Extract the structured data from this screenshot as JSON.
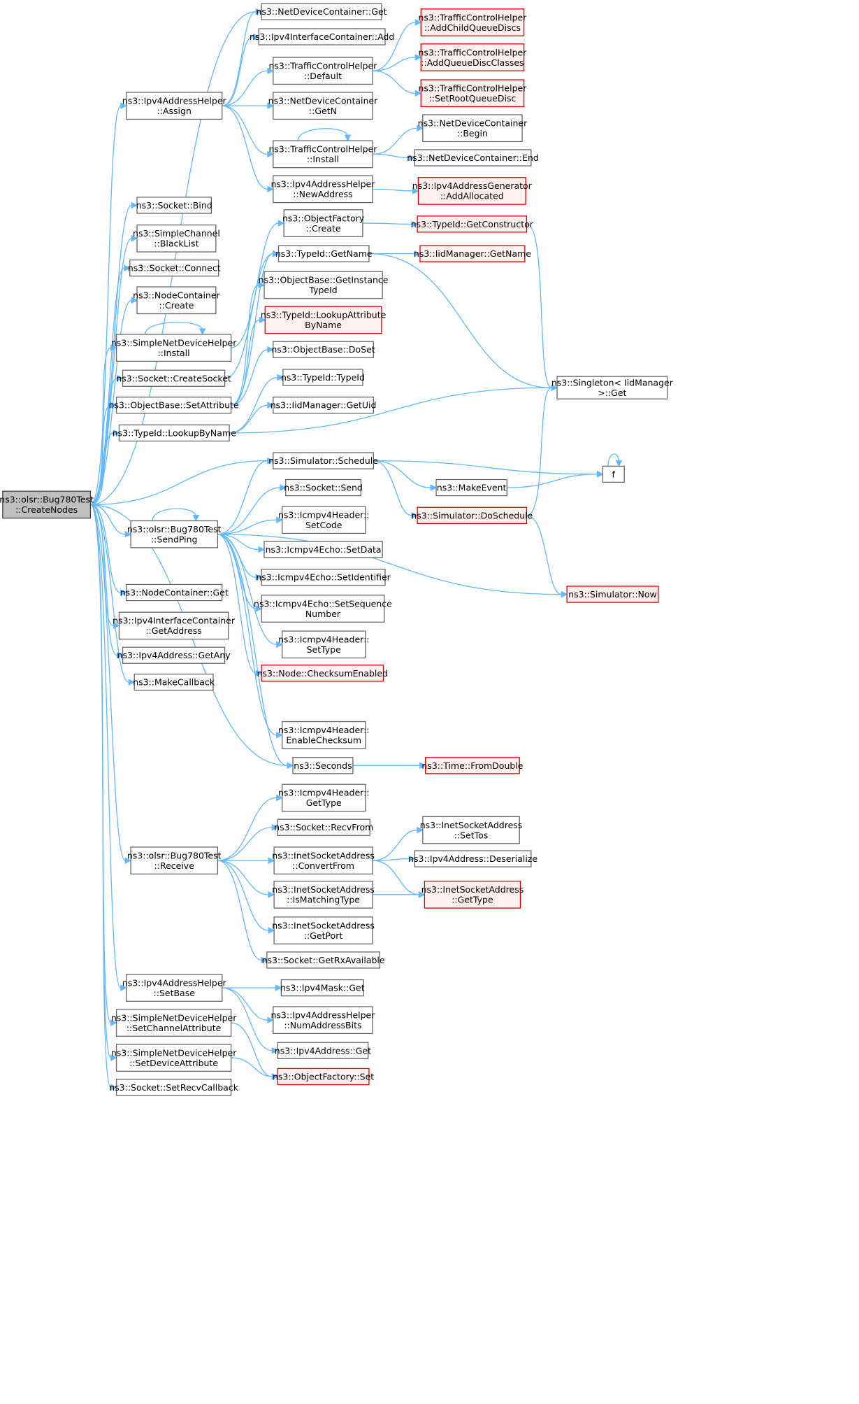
{
  "nodes": [
    {
      "id": "root",
      "lines": [
        "ns3::olsr::Bug780Test",
        "::CreateNodes"
      ],
      "style": "root"
    },
    {
      "id": "ndc_get",
      "lines": [
        "ns3::NetDeviceContainer::Get"
      ]
    },
    {
      "id": "ipv4ic_add",
      "lines": [
        "ns3::Ipv4InterfaceContainer::Add"
      ]
    },
    {
      "id": "ipv4ah_assign",
      "lines": [
        "ns3::Ipv4AddressHelper",
        "::Assign"
      ]
    },
    {
      "id": "tch_default",
      "lines": [
        "ns3::TrafficControlHelper",
        "::Default"
      ]
    },
    {
      "id": "tch_addchild",
      "lines": [
        "ns3::TrafficControlHelper",
        "::AddChildQueueDiscs"
      ],
      "style": "red"
    },
    {
      "id": "tch_addqdc",
      "lines": [
        "ns3::TrafficControlHelper",
        "::AddQueueDiscClasses"
      ],
      "style": "red"
    },
    {
      "id": "tch_setroot",
      "lines": [
        "ns3::TrafficControlHelper",
        "::SetRootQueueDisc"
      ],
      "style": "red"
    },
    {
      "id": "ndc_getn",
      "lines": [
        "ns3::NetDeviceContainer",
        "::GetN"
      ]
    },
    {
      "id": "tch_install",
      "lines": [
        "ns3::TrafficControlHelper",
        "::Install"
      ]
    },
    {
      "id": "ndc_begin",
      "lines": [
        "ns3::NetDeviceContainer",
        "::Begin"
      ]
    },
    {
      "id": "ndc_end",
      "lines": [
        "ns3::NetDeviceContainer::End"
      ]
    },
    {
      "id": "ipv4ah_newaddr",
      "lines": [
        "ns3::Ipv4AddressHelper",
        "::NewAddress"
      ]
    },
    {
      "id": "ipv4ag_addalloc",
      "lines": [
        "ns3::Ipv4AddressGenerator",
        "::AddAllocated"
      ],
      "style": "red"
    },
    {
      "id": "socket_bind",
      "lines": [
        "ns3::Socket::Bind"
      ]
    },
    {
      "id": "sc_blacklist",
      "lines": [
        "ns3::SimpleChannel",
        "::BlackList"
      ]
    },
    {
      "id": "socket_connect",
      "lines": [
        "ns3::Socket::Connect"
      ]
    },
    {
      "id": "nc_create",
      "lines": [
        "ns3::NodeContainer",
        "::Create"
      ]
    },
    {
      "id": "snd_install",
      "lines": [
        "ns3::SimpleNetDeviceHelper",
        "::Install"
      ]
    },
    {
      "id": "socket_create",
      "lines": [
        "ns3::Socket::CreateSocket"
      ]
    },
    {
      "id": "ob_setattr",
      "lines": [
        "ns3::ObjectBase::SetAttribute"
      ]
    },
    {
      "id": "tid_lookupbyname",
      "lines": [
        "ns3::TypeId::LookupByName"
      ]
    },
    {
      "id": "of_create",
      "lines": [
        "ns3::ObjectFactory",
        "::Create"
      ]
    },
    {
      "id": "tid_getctor",
      "lines": [
        "ns3::TypeId::GetConstructor"
      ],
      "style": "red"
    },
    {
      "id": "tid_getname",
      "lines": [
        "ns3::TypeId::GetName"
      ]
    },
    {
      "id": "iid_getname",
      "lines": [
        "ns3::IidManager::GetName"
      ],
      "style": "red"
    },
    {
      "id": "ob_getinst",
      "lines": [
        "ns3::ObjectBase::GetInstance",
        "TypeId"
      ]
    },
    {
      "id": "tid_lookupattr",
      "lines": [
        "ns3::TypeId::LookupAttribute",
        "ByName"
      ],
      "style": "red"
    },
    {
      "id": "ob_doset",
      "lines": [
        "ns3::ObjectBase::DoSet"
      ]
    },
    {
      "id": "tid_typeid",
      "lines": [
        "ns3::TypeId::TypeId"
      ]
    },
    {
      "id": "iid_getuid",
      "lines": [
        "ns3::IidManager::GetUid"
      ]
    },
    {
      "id": "singleton_get",
      "lines": [
        "ns3::Singleton< IidManager",
        ">::Get"
      ]
    },
    {
      "id": "sim_schedule",
      "lines": [
        "ns3::Simulator::Schedule"
      ]
    },
    {
      "id": "f",
      "lines": [
        "f"
      ]
    },
    {
      "id": "makeevent",
      "lines": [
        "ns3::MakeEvent"
      ]
    },
    {
      "id": "sim_doschedule",
      "lines": [
        "ns3::Simulator::DoSchedule"
      ],
      "style": "red"
    },
    {
      "id": "sim_now",
      "lines": [
        "ns3::Simulator::Now"
      ],
      "style": "red"
    },
    {
      "id": "sendping",
      "lines": [
        "ns3::olsr::Bug780Test",
        "::SendPing"
      ]
    },
    {
      "id": "socket_send",
      "lines": [
        "ns3::Socket::Send"
      ]
    },
    {
      "id": "icmp_setcode",
      "lines": [
        "ns3::Icmpv4Header::",
        "SetCode"
      ]
    },
    {
      "id": "echo_setdata",
      "lines": [
        "ns3::Icmpv4Echo::SetData"
      ]
    },
    {
      "id": "echo_setid",
      "lines": [
        "ns3::Icmpv4Echo::SetIdentifier"
      ]
    },
    {
      "id": "echo_setseq",
      "lines": [
        "ns3::Icmpv4Echo::SetSequence",
        "Number"
      ]
    },
    {
      "id": "icmp_settype",
      "lines": [
        "ns3::Icmpv4Header::",
        "SetType"
      ]
    },
    {
      "id": "node_checksum",
      "lines": [
        "ns3::Node::ChecksumEnabled"
      ],
      "style": "red"
    },
    {
      "id": "icmp_enablecs",
      "lines": [
        "ns3::Icmpv4Header::",
        "EnableChecksum"
      ]
    },
    {
      "id": "seconds",
      "lines": [
        "ns3::Seconds"
      ]
    },
    {
      "id": "time_fromdouble",
      "lines": [
        "ns3::Time::FromDouble"
      ],
      "style": "red"
    },
    {
      "id": "nc_get",
      "lines": [
        "ns3::NodeContainer::Get"
      ]
    },
    {
      "id": "ipv4ic_getaddr",
      "lines": [
        "ns3::Ipv4InterfaceContainer",
        "::GetAddress"
      ]
    },
    {
      "id": "ipv4addr_getany",
      "lines": [
        "ns3::Ipv4Address::GetAny"
      ]
    },
    {
      "id": "makecallback",
      "lines": [
        "ns3::MakeCallback"
      ]
    },
    {
      "id": "icmp_gettype",
      "lines": [
        "ns3::Icmpv4Header::",
        "GetType"
      ]
    },
    {
      "id": "socket_recvfrom",
      "lines": [
        "ns3::Socket::RecvFrom"
      ]
    },
    {
      "id": "receive",
      "lines": [
        "ns3::olsr::Bug780Test",
        "::Receive"
      ]
    },
    {
      "id": "isa_convertfrom",
      "lines": [
        "ns3::InetSocketAddress",
        "::ConvertFrom"
      ]
    },
    {
      "id": "isa_settos",
      "lines": [
        "ns3::InetSocketAddress",
        "::SetTos"
      ]
    },
    {
      "id": "ipv4addr_deser",
      "lines": [
        "ns3::Ipv4Address::Deserialize"
      ]
    },
    {
      "id": "isa_ismatching",
      "lines": [
        "ns3::InetSocketAddress",
        "::IsMatchingType"
      ]
    },
    {
      "id": "isa_gettype",
      "lines": [
        "ns3::InetSocketAddress",
        "::GetType"
      ],
      "style": "red"
    },
    {
      "id": "isa_getport",
      "lines": [
        "ns3::InetSocketAddress",
        "::GetPort"
      ]
    },
    {
      "id": "socket_getrx",
      "lines": [
        "ns3::Socket::GetRxAvailable"
      ]
    },
    {
      "id": "ipv4ah_setbase",
      "lines": [
        "ns3::Ipv4AddressHelper",
        "::SetBase"
      ]
    },
    {
      "id": "ipv4mask_get",
      "lines": [
        "ns3::Ipv4Mask::Get"
      ]
    },
    {
      "id": "ipv4ah_numbits",
      "lines": [
        "ns3::Ipv4AddressHelper",
        "::NumAddressBits"
      ]
    },
    {
      "id": "ipv4addr_get",
      "lines": [
        "ns3::Ipv4Address::Get"
      ]
    },
    {
      "id": "snd_setchattr",
      "lines": [
        "ns3::SimpleNetDeviceHelper",
        "::SetChannelAttribute"
      ]
    },
    {
      "id": "snd_setdevattr",
      "lines": [
        "ns3::SimpleNetDeviceHelper",
        "::SetDeviceAttribute"
      ]
    },
    {
      "id": "of_set",
      "lines": [
        "ns3::ObjectFactory::Set"
      ],
      "style": "red"
    },
    {
      "id": "socket_setrecvcb",
      "lines": [
        "ns3::Socket::SetRecvCallback"
      ]
    }
  ],
  "edges": [
    [
      "root",
      "ndc_get"
    ],
    [
      "root",
      "ipv4ah_assign"
    ],
    [
      "root",
      "socket_bind"
    ],
    [
      "root",
      "sc_blacklist"
    ],
    [
      "root",
      "socket_connect"
    ],
    [
      "root",
      "nc_create"
    ],
    [
      "root",
      "snd_install"
    ],
    [
      "root",
      "socket_create"
    ],
    [
      "root",
      "ob_setattr"
    ],
    [
      "root",
      "tid_lookupbyname"
    ],
    [
      "root",
      "sim_schedule"
    ],
    [
      "root",
      "sendping"
    ],
    [
      "root",
      "seconds"
    ],
    [
      "root",
      "nc_get"
    ],
    [
      "root",
      "ipv4ic_getaddr"
    ],
    [
      "root",
      "ipv4addr_getany"
    ],
    [
      "root",
      "makecallback"
    ],
    [
      "root",
      "receive"
    ],
    [
      "root",
      "ipv4ah_setbase"
    ],
    [
      "root",
      "snd_setchattr"
    ],
    [
      "root",
      "snd_setdevattr"
    ],
    [
      "root",
      "socket_setrecvcb"
    ],
    [
      "ipv4ah_assign",
      "ndc_get"
    ],
    [
      "ipv4ah_assign",
      "ipv4ic_add"
    ],
    [
      "ipv4ah_assign",
      "tch_default"
    ],
    [
      "ipv4ah_assign",
      "ndc_getn"
    ],
    [
      "ipv4ah_assign",
      "tch_install"
    ],
    [
      "ipv4ah_assign",
      "ipv4ah_newaddr"
    ],
    [
      "tch_default",
      "tch_addchild"
    ],
    [
      "tch_default",
      "tch_addqdc"
    ],
    [
      "tch_default",
      "tch_setroot"
    ],
    [
      "tch_install",
      "tch_install"
    ],
    [
      "tch_install",
      "ndc_begin"
    ],
    [
      "tch_install",
      "ndc_end"
    ],
    [
      "ipv4ah_newaddr",
      "ipv4ag_addalloc"
    ],
    [
      "snd_install",
      "snd_install"
    ],
    [
      "snd_install",
      "of_create"
    ],
    [
      "socket_create",
      "tid_getname"
    ],
    [
      "ob_setattr",
      "tid_getname"
    ],
    [
      "ob_setattr",
      "ob_getinst"
    ],
    [
      "ob_setattr",
      "tid_lookupattr"
    ],
    [
      "ob_setattr",
      "ob_doset"
    ],
    [
      "tid_lookupbyname",
      "tid_typeid"
    ],
    [
      "tid_lookupbyname",
      "iid_getuid"
    ],
    [
      "tid_lookupbyname",
      "singleton_get"
    ],
    [
      "of_create",
      "tid_getctor"
    ],
    [
      "tid_getctor",
      "singleton_get"
    ],
    [
      "tid_getname",
      "iid_getname"
    ],
    [
      "tid_getname",
      "singleton_get"
    ],
    [
      "sim_schedule",
      "f"
    ],
    [
      "sim_schedule",
      "makeevent"
    ],
    [
      "sim_schedule",
      "sim_doschedule"
    ],
    [
      "f",
      "f"
    ],
    [
      "makeevent",
      "f"
    ],
    [
      "sim_doschedule",
      "singleton_get"
    ],
    [
      "sim_doschedule",
      "sim_now"
    ],
    [
      "sendping",
      "sendping"
    ],
    [
      "sendping",
      "sim_schedule"
    ],
    [
      "sendping",
      "socket_send"
    ],
    [
      "sendping",
      "icmp_setcode"
    ],
    [
      "sendping",
      "echo_setdata"
    ],
    [
      "sendping",
      "echo_setid"
    ],
    [
      "sendping",
      "echo_setseq"
    ],
    [
      "sendping",
      "icmp_settype"
    ],
    [
      "sendping",
      "node_checksum"
    ],
    [
      "sendping",
      "sim_now"
    ],
    [
      "sendping",
      "icmp_enablecs"
    ],
    [
      "sendping",
      "seconds"
    ],
    [
      "seconds",
      "time_fromdouble"
    ],
    [
      "receive",
      "icmp_gettype"
    ],
    [
      "receive",
      "socket_recvfrom"
    ],
    [
      "receive",
      "isa_convertfrom"
    ],
    [
      "receive",
      "isa_ismatching"
    ],
    [
      "receive",
      "isa_getport"
    ],
    [
      "receive",
      "socket_getrx"
    ],
    [
      "isa_convertfrom",
      "isa_settos"
    ],
    [
      "isa_convertfrom",
      "ipv4addr_deser"
    ],
    [
      "isa_convertfrom",
      "isa_gettype"
    ],
    [
      "isa_ismatching",
      "isa_gettype"
    ],
    [
      "ipv4ah_setbase",
      "ipv4mask_get"
    ],
    [
      "ipv4ah_setbase",
      "ipv4ah_numbits"
    ],
    [
      "ipv4ah_setbase",
      "ipv4addr_get"
    ],
    [
      "snd_setchattr",
      "of_set"
    ],
    [
      "snd_setdevattr",
      "of_set"
    ]
  ]
}
